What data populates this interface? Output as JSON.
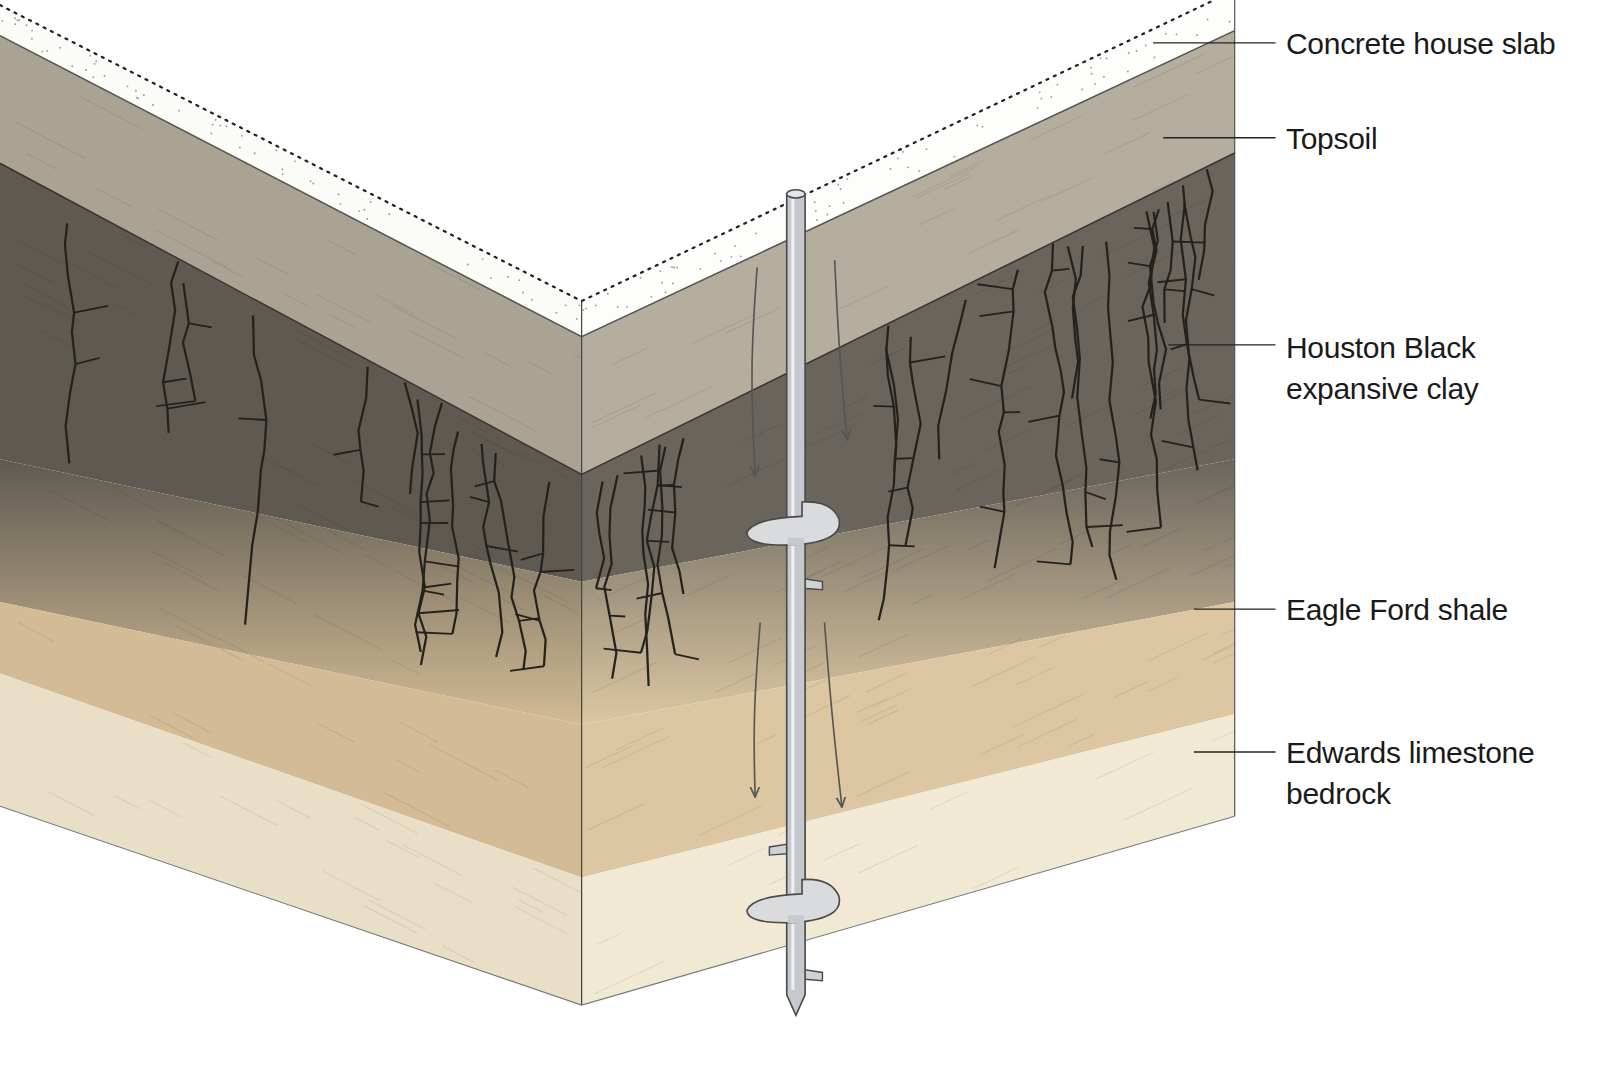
{
  "diagram": {
    "labels": [
      "Concrete house slab",
      "Topsoil",
      "Houston Black expansive clay",
      "Eagle Ford shale",
      "Edwards limestone bedrock"
    ]
  }
}
